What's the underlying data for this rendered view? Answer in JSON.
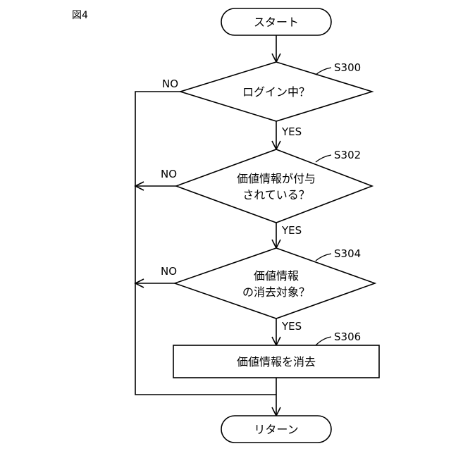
{
  "figure_label": "図4",
  "start": {
    "label": "スタート"
  },
  "end": {
    "label": "リターン"
  },
  "steps": [
    {
      "id": "S300",
      "kind": "decision",
      "lines": [
        "ログイン中？"
      ],
      "yes": "YES",
      "no": "NO"
    },
    {
      "id": "S302",
      "kind": "decision",
      "lines": [
        "価値情報が付与",
        "されている？"
      ],
      "yes": "YES",
      "no": "NO"
    },
    {
      "id": "S304",
      "kind": "decision",
      "lines": [
        "価値情報",
        "の消去対象？"
      ],
      "yes": "YES",
      "no": "NO"
    },
    {
      "id": "S306",
      "kind": "process",
      "lines": [
        "価値情報を消去"
      ]
    }
  ]
}
